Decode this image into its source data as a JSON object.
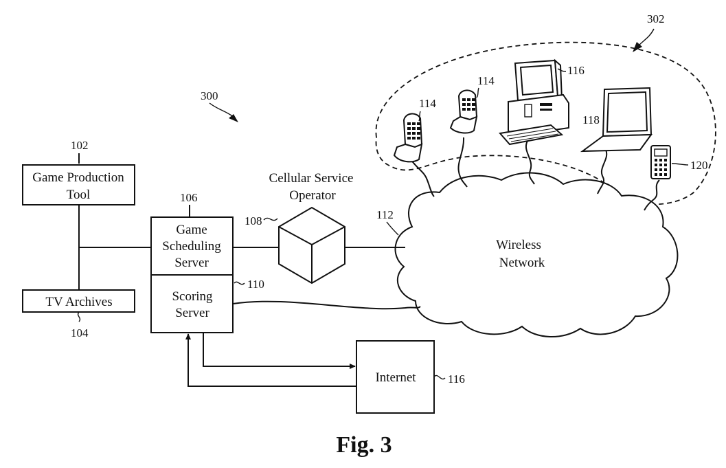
{
  "figure": {
    "caption": "Fig. 3",
    "system_ref": "300",
    "cloud_ref": "302"
  },
  "blocks": {
    "game_production_tool": {
      "line1": "Game Production",
      "line2": "Tool",
      "ref": "102"
    },
    "tv_archives": {
      "label": "TV Archives",
      "ref": "104"
    },
    "game_scheduling_server": {
      "line1": "Game",
      "line2": "Scheduling",
      "line3": "Server",
      "ref": "106"
    },
    "scoring_server": {
      "line1": "Scoring",
      "line2": "Server",
      "ref": "110"
    },
    "cellular_operator": {
      "line1": "Cellular Service",
      "line2": "Operator",
      "ref": "108"
    },
    "wireless_network": {
      "line1": "Wireless",
      "line2": "Network",
      "ref": "112"
    },
    "internet": {
      "label": "Internet",
      "ref": "116"
    }
  },
  "devices": {
    "phone_left_ref": "114",
    "phone_right_ref": "114",
    "desktop_ref": "116",
    "laptop_ref": "118",
    "handheld_ref": "120"
  },
  "icons": [
    "box-block-icon",
    "cube-icon",
    "cloud-icon",
    "flip-phone-icon",
    "desktop-computer-icon",
    "laptop-icon",
    "handheld-device-icon",
    "arrow-icon"
  ]
}
